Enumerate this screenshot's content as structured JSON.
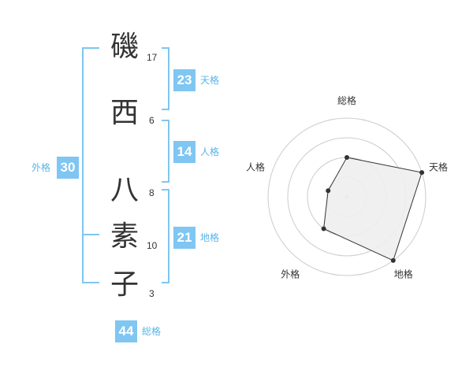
{
  "name": {
    "chars": [
      {
        "char": "磯",
        "strokes": "17"
      },
      {
        "char": "西",
        "strokes": "6"
      },
      {
        "char": "八",
        "strokes": "8"
      },
      {
        "char": "素",
        "strokes": "10"
      },
      {
        "char": "子",
        "strokes": "3"
      }
    ]
  },
  "fortunes": {
    "tenkaku": {
      "value": "23",
      "label": "天格"
    },
    "jinkaku": {
      "value": "14",
      "label": "人格"
    },
    "chikaku": {
      "value": "21",
      "label": "地格"
    },
    "gaikaku": {
      "value": "30",
      "label": "外格"
    },
    "soukaku": {
      "value": "44",
      "label": "総格"
    }
  },
  "colors": {
    "accent": "#7fc6f2",
    "accent_text": "#5ab4e8",
    "polygon_fill": "#eeeeee"
  },
  "chart_data": {
    "type": "radar",
    "axes": [
      "総格",
      "天格",
      "地格",
      "外格",
      "人格"
    ],
    "levels": 4,
    "max": 4,
    "values": [
      2,
      4,
      4,
      2,
      1
    ]
  }
}
